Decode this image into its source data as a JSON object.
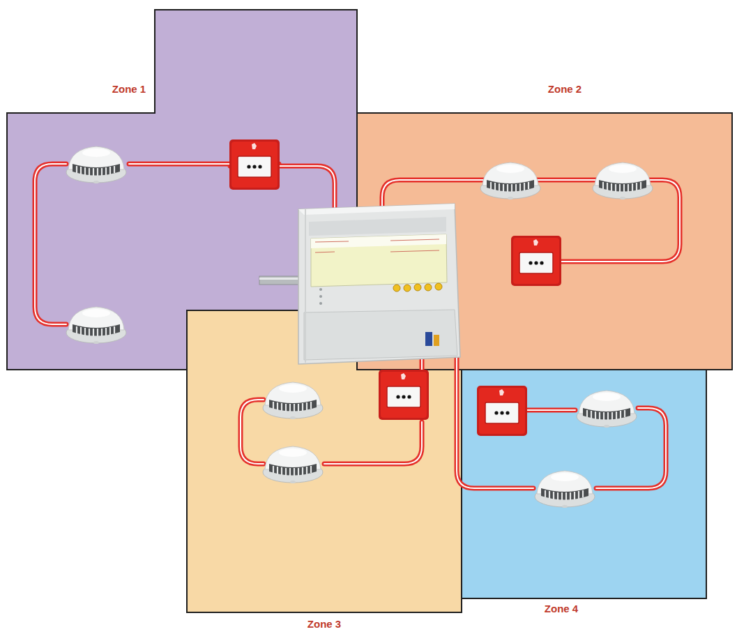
{
  "diagram": {
    "nodes": [
      {
        "text": [
          "Zone 1"
        ]
      },
      {
        "text": [
          "Zone 2"
        ]
      },
      {
        "text": [
          "Zone 3"
        ]
      },
      {
        "text": [
          "Zone 4"
        ]
      }
    ]
  }
}
